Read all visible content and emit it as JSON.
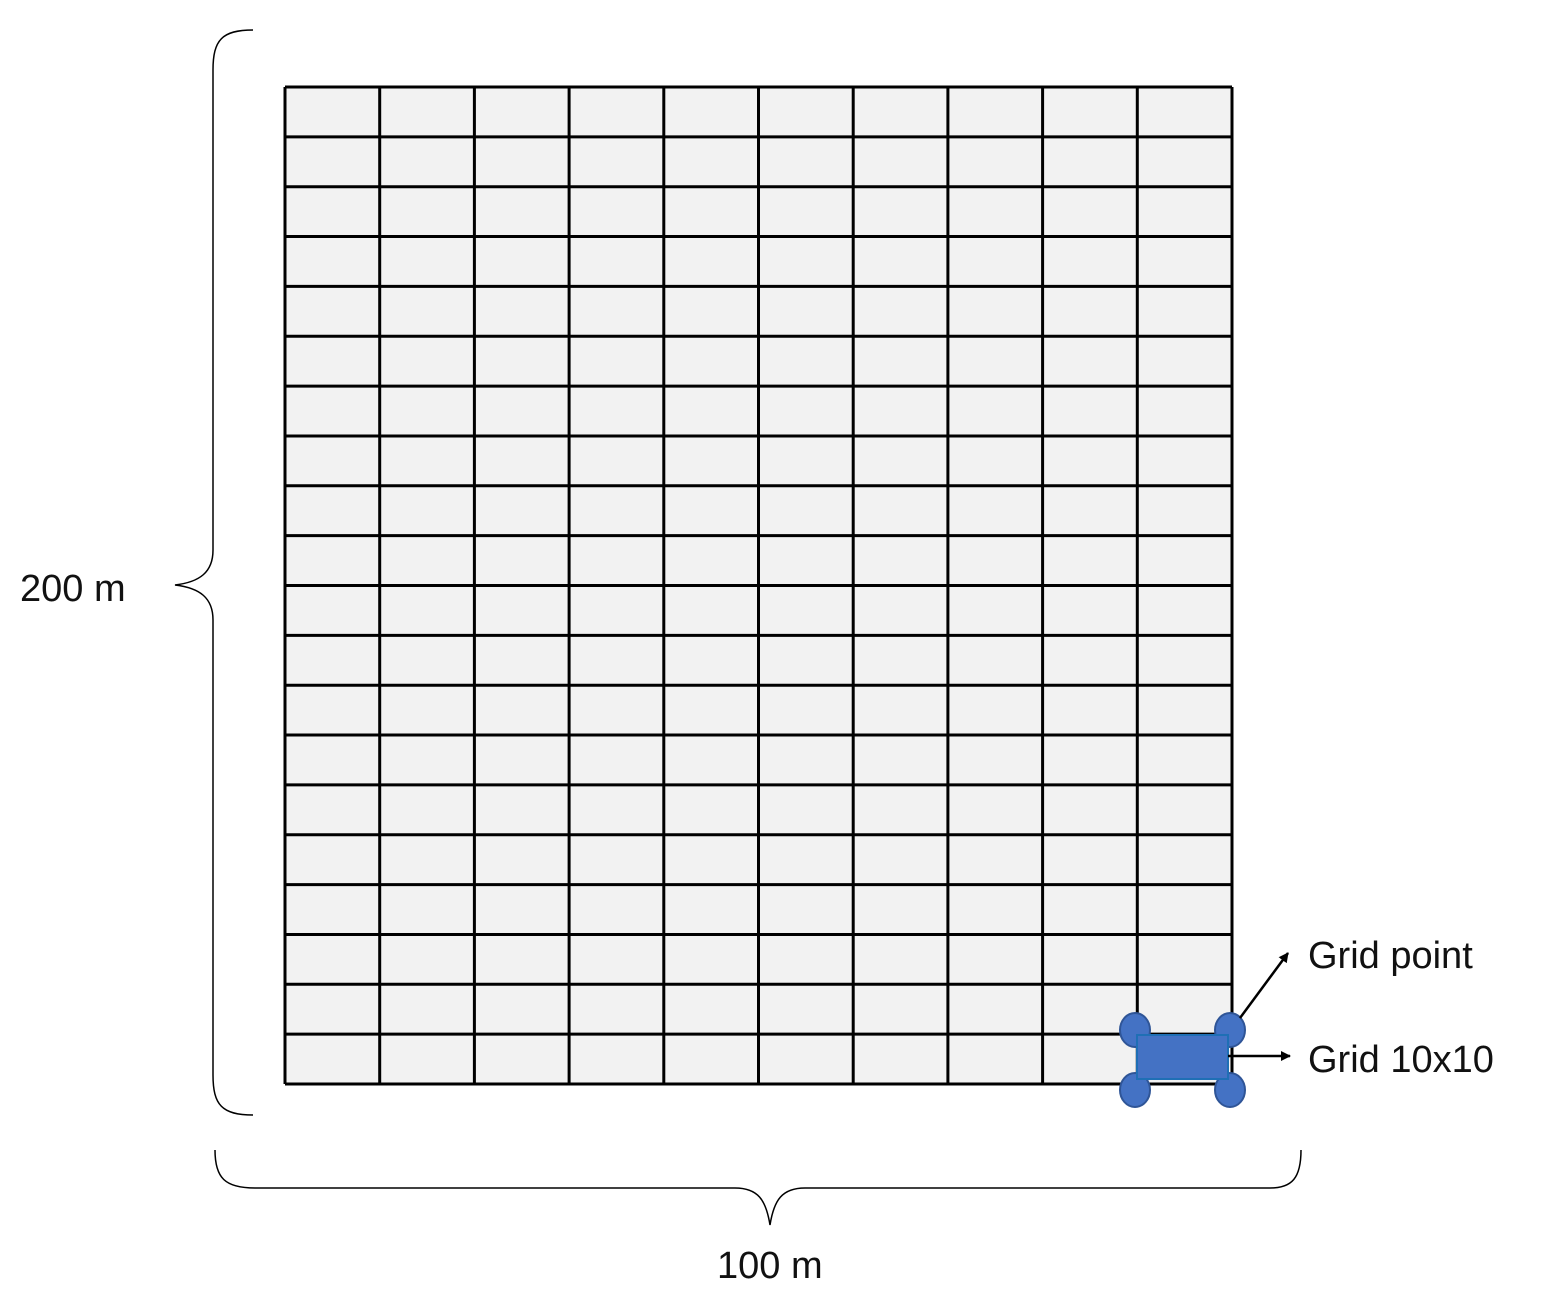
{
  "grid": {
    "columns": 10,
    "rows": 20,
    "cell_fill": "#f2f2f2",
    "line_color": "#000000"
  },
  "dimensions": {
    "height_label": "200 m",
    "width_label": "100 m"
  },
  "highlight": {
    "column": 10,
    "row": 20,
    "fill_color": "#4472c4",
    "stroke_color": "#2f5597"
  },
  "annotations": {
    "grid_point_label": "Grid point",
    "grid_cell_label": "Grid 10x10"
  }
}
